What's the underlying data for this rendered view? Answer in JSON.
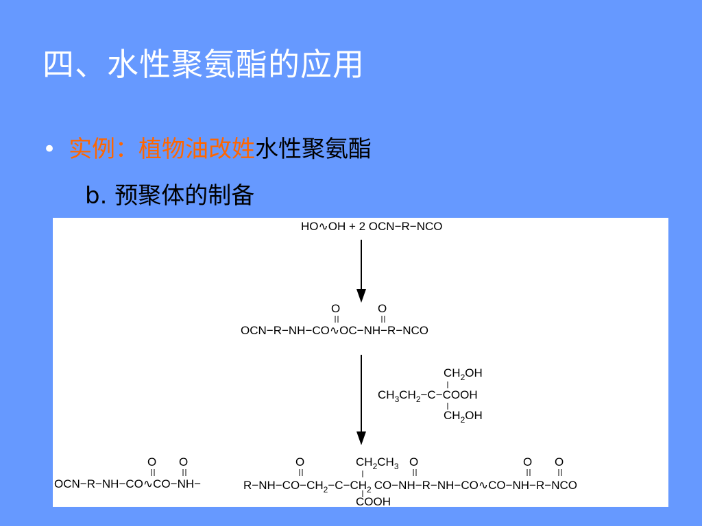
{
  "slide": {
    "title": "四、水性聚氨酯的应用",
    "bullet_marker": "•",
    "bullet_highlight": "实例：植物油改姓",
    "bullet_rest": "水性聚氨酯",
    "subheading": "b. 预聚体的制备",
    "colors": {
      "background": "#6699ff",
      "title": "#ffffff",
      "highlight": "#ff6600",
      "panel": "#ffffff"
    }
  },
  "scheme": {
    "reactants": "HO∿OH +  2 OCN−R−NCO",
    "intermediate": {
      "oxygens": [
        "O",
        "O"
      ],
      "formula": "OCN−R−NH−CO∿OC−NH−R−NCO"
    },
    "dmpa": {
      "top": [
        "CH",
        "2",
        "OH"
      ],
      "middle": [
        "CH",
        "3",
        "CH",
        "2",
        "−C−COOH"
      ],
      "bottom": [
        "CH",
        "2",
        "OH"
      ]
    },
    "product": {
      "oxygens": [
        "O",
        "O",
        "O",
        "O",
        "O",
        "O"
      ],
      "side_top": [
        "CH",
        "2",
        "CH",
        "3"
      ],
      "side_bottom": "COOH",
      "chain_left": "OCN−R−NH−CO∿CO−NH−",
      "chain_mid_1": "R−NH−CO−CH",
      "chain_mid_2": "−C−CH",
      "chain_right": "CO−NH−R−NH−CO∿CO−NH−R−NCO",
      "sub2": "2"
    }
  }
}
